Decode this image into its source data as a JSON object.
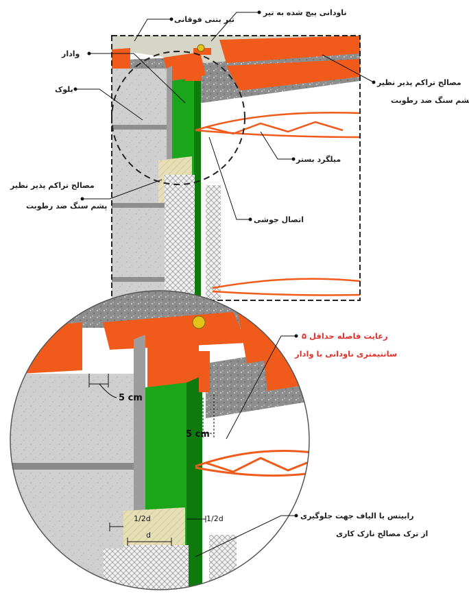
{
  "labels": {
    "top_concrete_beam": "تیر بتنی فوقانی",
    "channel_bolted_to_beam": "ناودانی پیچ شده به تیر",
    "tie_column": "وادار",
    "block": "بلوک",
    "compressible_material_line1": "مصالح تراکم پذیر نظیر",
    "compressible_material_line2": "پشم سنگ ضد رطوبت",
    "rebar_mesh": "میلگرد بستر",
    "welded_joint": "اتصال جوشی",
    "min_gap_line1": "رعایت فاصله حداقل ۵",
    "min_gap_line2": "سانتیمتری ناودانی با وادار",
    "rabitz_line1": "رابیتس یا الیاف جهت جلوگیری",
    "rabitz_line2": "از ترک مصالح نازک کاری"
  },
  "dimensions": {
    "gap_left": "5 cm",
    "gap_right": "5 cm",
    "half_d_left": "1/2d",
    "half_d_right": "1/2d",
    "d": "d"
  },
  "colors": {
    "steel_orange": "#f05a1a",
    "column_green": "#1aa51a",
    "block_grey": "#c9c9c9",
    "concrete_grey": "#8a8a8a",
    "wool_beige": "#e6dfb6",
    "label_red": "#e0312a"
  }
}
